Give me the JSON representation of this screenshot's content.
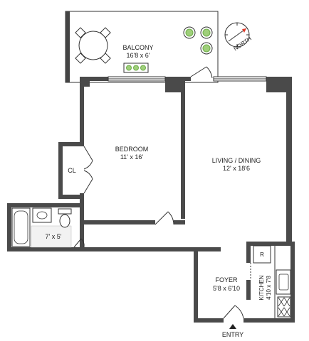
{
  "rooms": {
    "balcony": {
      "name": "BALCONY",
      "size": "16'8 x 6'"
    },
    "bedroom": {
      "name": "BEDROOM",
      "size": "11' x 16'"
    },
    "closet": {
      "name": "CL"
    },
    "bath": {
      "size": "7' x 5'"
    },
    "living": {
      "name": "LIVING / DINING",
      "size": "12' x 18'6"
    },
    "foyer": {
      "name": "FOYER",
      "size": "5'8 x 6'10"
    },
    "kitchen": {
      "name": "KITCHEN",
      "size": "4'10 x 7'8"
    },
    "fridge": {
      "label": "R"
    }
  },
  "entry": {
    "label": "ENTRY"
  },
  "compass": {
    "label": "NORTH"
  },
  "colors": {
    "wall": "#4a4a4a",
    "line": "#333333",
    "plant": "#6fae4a",
    "compass_accent": "#e03a2a"
  }
}
